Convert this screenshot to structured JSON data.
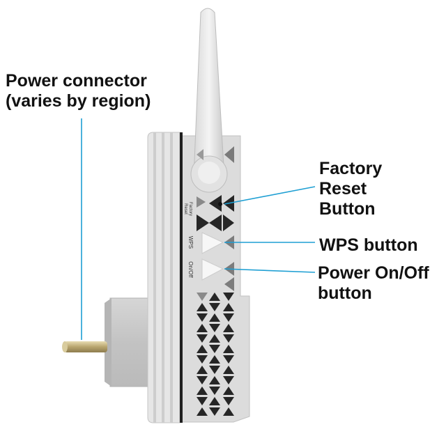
{
  "callouts": {
    "power_connector": {
      "lines": [
        "Power connector",
        "(varies by region)"
      ]
    },
    "factory_reset": {
      "lines": [
        "Factory",
        "Reset",
        "Button"
      ]
    },
    "wps": {
      "lines": [
        "WPS button"
      ]
    },
    "power_onoff": {
      "lines": [
        "Power On/Off",
        "button"
      ]
    }
  },
  "device_labels": {
    "factory_reset": [
      "Factory",
      "Reset"
    ],
    "wps": "WPS",
    "on_off": "On/Off"
  },
  "colors": {
    "leader_line": "#1e9fd3",
    "housing": "#e9e9e9",
    "housing_shadow": "#cfcfcf",
    "dark_band": "#2a2a2a",
    "plug_pin": "#c9b98a"
  }
}
